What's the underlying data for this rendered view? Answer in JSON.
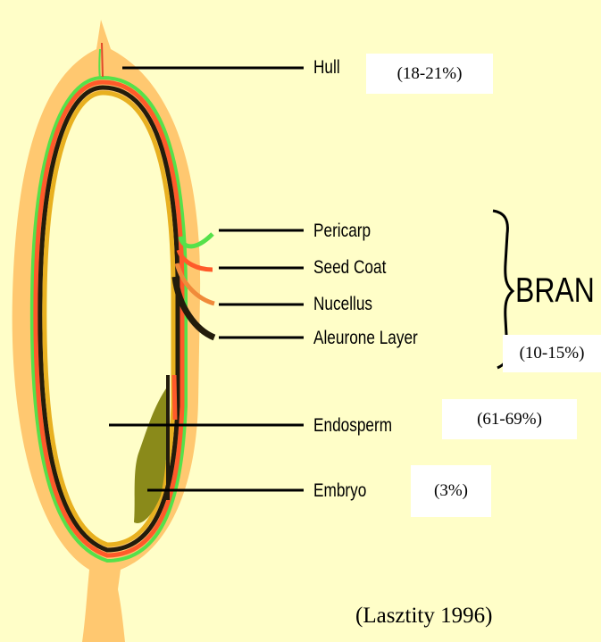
{
  "labels": {
    "hull": "Hull",
    "pericarp": "Pericarp",
    "seed_coat": "Seed Coat",
    "nucellus": "Nucellus",
    "aleurone": "Aleurone Layer",
    "endosperm": "Endosperm",
    "embryo": "Embryo",
    "bran": "BRAN"
  },
  "percentages": {
    "hull": "(18-21%)",
    "bran": "(10-15%)",
    "endosperm": "(61-69%)",
    "embryo": "(3%)"
  },
  "citation": "(Lasztity 1996)",
  "colors": {
    "background": "#fffec8",
    "hull": "#ffc870",
    "pericarp": "#55e14a",
    "seed_coat": "#ff5a2a",
    "nucellus": "#f08a3a",
    "aleurone": "#231c0c",
    "inner_layer": "#e8b020",
    "endosperm": "#fffec8",
    "embryo": "#8a8a1a"
  }
}
